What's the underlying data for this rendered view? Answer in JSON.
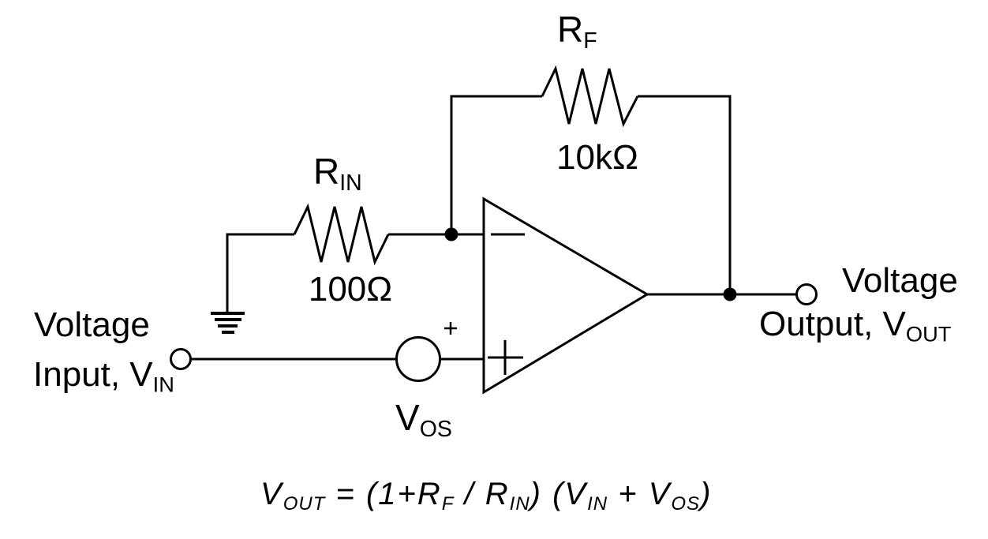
{
  "diagram": {
    "kind": "op-amp amplifier schematic with input offset voltage source",
    "colors": {
      "line": "#000000",
      "background": "#ffffff",
      "text": "#000000"
    }
  },
  "components": {
    "feedback_resistor": {
      "symbol": "R",
      "symbol_sub": "F",
      "value": "10kΩ"
    },
    "input_resistor": {
      "symbol": "R",
      "symbol_sub": "IN",
      "value": "100Ω"
    },
    "offset_source": {
      "symbol": "V",
      "symbol_sub": "OS",
      "polarity": "+"
    },
    "opamp": {
      "inverting_marker": "−",
      "noninverting_marker": "+"
    },
    "ground": {
      "icon": "ground-icon"
    }
  },
  "ports": {
    "input": {
      "line1": "Voltage",
      "line2": "Input, V",
      "line2_sub": "IN"
    },
    "output": {
      "line1": "Voltage",
      "line2": "Output, V",
      "line2_sub": "OUT"
    }
  },
  "formula": {
    "segments": [
      {
        "t": "V"
      },
      {
        "s": "OUT"
      },
      {
        "t": " = (1+R"
      },
      {
        "s": "F"
      },
      {
        "t": " / R"
      },
      {
        "s": "IN"
      },
      {
        "t": ") (V"
      },
      {
        "s": "IN"
      },
      {
        "t": " + V"
      },
      {
        "s": "OS"
      },
      {
        "t": ")"
      }
    ]
  }
}
